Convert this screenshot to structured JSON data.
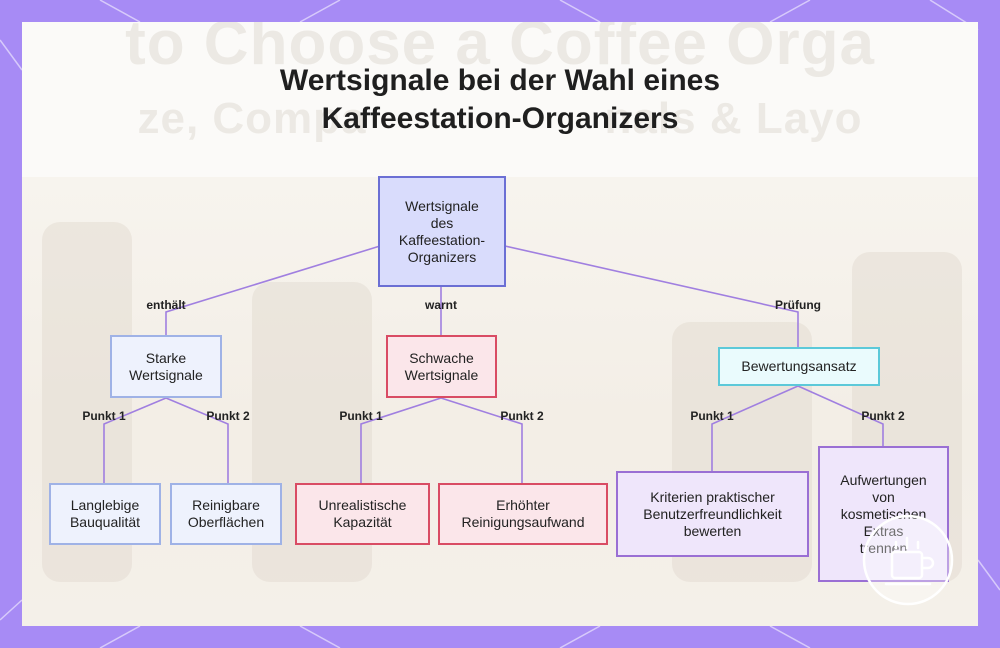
{
  "title": {
    "line1": "Wertsignale bei der Wahl eines",
    "line2": "Kaffeestation-Organizers"
  },
  "background_text": {
    "line1": "to Choose a Coffee Orga",
    "line2": "ze, Compa                  nals & Layo"
  },
  "colors": {
    "frame": "#a78bf5",
    "edge": "#a07fe0",
    "root_fill": "#d9dcfc",
    "root_border": "#6b6fd4",
    "strong_fill": "#eef2fd",
    "strong_border": "#9fb2e6",
    "weak_fill": "#fbe6ea",
    "weak_border": "#d94c64",
    "approach_fill": "#eafbfd",
    "approach_border": "#5cc9d9",
    "criteria_fill": "#efe6fb",
    "criteria_border": "#9a6fd4"
  },
  "nodes": {
    "root": [
      "Wertsignale",
      "des",
      "Kaffeestation-",
      "Organizers"
    ],
    "strong": [
      "Starke",
      "Wertsignale"
    ],
    "weak": [
      "Schwache",
      "Wertsignale"
    ],
    "approach": [
      "Bewertungsansatz"
    ],
    "durable": [
      "Langlebige",
      "Bauqualität"
    ],
    "cleanable": [
      "Reinigbare",
      "Oberflächen"
    ],
    "capacity": [
      "Unrealistische",
      "Kapazität"
    ],
    "cleaning": [
      "Erhöhter",
      "Reinigungsaufwand"
    ],
    "criteria": [
      "Kriterien praktischer",
      "Benutzerfreundlichkeit",
      "bewerten"
    ],
    "upgrades": [
      "Aufwertungen",
      "von",
      "kosmetischen",
      "Extras",
      "trennen"
    ]
  },
  "edge_labels": {
    "contains": "enthält",
    "warns": "warnt",
    "review": "Prüfung",
    "strong_p1": "Punkt 1",
    "strong_p2": "Punkt 2",
    "weak_p1": "Punkt 1",
    "weak_p2": "Punkt 2",
    "approach_p1": "Punkt 1",
    "approach_p2": "Punkt 2"
  },
  "watermark_icon": "coffee-station-icon"
}
